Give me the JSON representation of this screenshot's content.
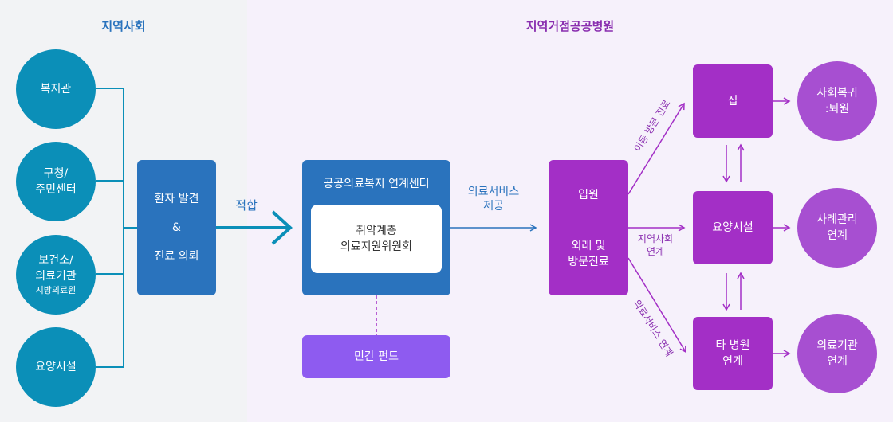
{
  "left_title": "지역사회",
  "right_title": "지역거점공공병원",
  "community": {
    "welfare": "복지관",
    "district_line1": "구청/",
    "district_line2": "주민센터",
    "health_line1": "보건소/",
    "health_line2": "의료기관",
    "health_sub": "지방의료원",
    "nursing": "요양시설"
  },
  "discovery": {
    "line1": "환자 발견",
    "amp": "&",
    "line2": "진료 의뢰"
  },
  "match_label": "적합",
  "center": {
    "title": "공공의료복지 연계센터",
    "inner_line1": "취약계층",
    "inner_line2": "의료지원위원회"
  },
  "fund": "민간 펀드",
  "service_line1": "의료서비스",
  "service_line2": "제공",
  "hospital": {
    "admission": "입원",
    "out_line1": "외래 및",
    "out_line2": "방문진료"
  },
  "edge_labels": {
    "mobile": "이동 방문 진료",
    "community_line1": "지역사회",
    "community_line2": "연계",
    "service_link": "의료서비스 연계"
  },
  "destinations": {
    "home": "집",
    "nursing": "요양시설",
    "other_line1": "타 병원",
    "other_line2": "연계"
  },
  "outcomes": {
    "social_line1": "사회복귀",
    "social_line2": ":퇴원",
    "case_line1": "사례관리",
    "case_line2": "연계",
    "medical_line1": "의료기관",
    "medical_line2": "연계"
  },
  "colors": {
    "blue": "#2a73bd",
    "teal": "#0b8fb8",
    "purple": "#a32fc6",
    "violet": "#8e5bf0",
    "light_purple": "#a74fd1"
  }
}
